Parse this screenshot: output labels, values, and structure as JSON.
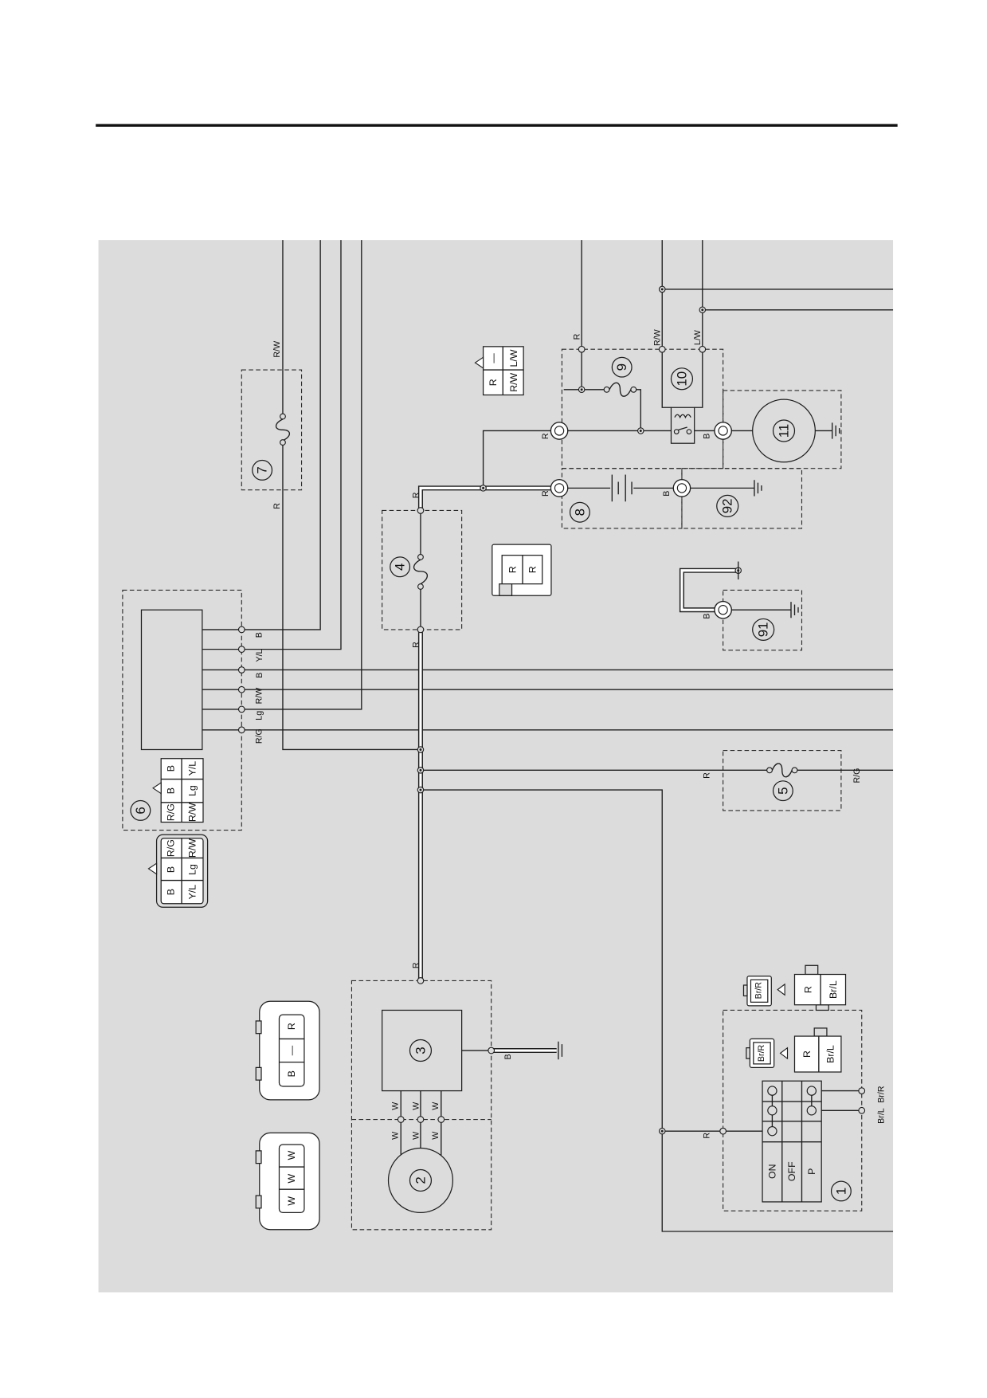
{
  "callouts": {
    "c1": "1",
    "c2": "2",
    "c3": "3",
    "c4": "4",
    "c5": "5",
    "c6": "6",
    "c7": "7",
    "c8": "8",
    "c9": "9",
    "c10": "10",
    "c11": "11",
    "c91": "91",
    "c92": "92"
  },
  "fuse7": {
    "in": "R/W",
    "out": "R"
  },
  "connector6": {
    "pins": [
      "B",
      "Y/L",
      "B",
      "R/W",
      "Lg",
      "R/G"
    ],
    "pinout": [
      [
        "B",
        "Y/L"
      ],
      [
        "B",
        "Lg"
      ],
      [
        "R/G",
        "R/W"
      ]
    ],
    "mate": [
      [
        "R/G",
        "R/W"
      ],
      [
        "B",
        "Lg"
      ],
      [
        "B",
        "Y/L"
      ]
    ]
  },
  "fuse4": {
    "in": "R",
    "out": "R"
  },
  "fuse5": {
    "in": "R",
    "out": "R/G"
  },
  "generator": {
    "out": "R",
    "ground": "B",
    "stator_wires": [
      "W",
      "W",
      "W",
      "W",
      "W",
      "W"
    ],
    "connector_a": [
      "R",
      "—",
      "B"
    ],
    "connector_b": [
      "W",
      "W",
      "W"
    ]
  },
  "relay": {
    "feed": "R",
    "rw": "R/W",
    "lw": "L/W",
    "connector": [
      [
        "R",
        "R/W"
      ],
      [
        "—",
        "L/W"
      ]
    ]
  },
  "terminals": {
    "relay_in": "R",
    "battery_pos": "R",
    "motor": "B",
    "battery_neg": "B",
    "ground91": "B"
  },
  "fuse_connector": [
    "R",
    "R"
  ],
  "main_switch": {
    "positions": [
      "ON",
      "OFF",
      "P"
    ],
    "in": "R",
    "out": [
      "Br/R",
      "Br/L"
    ],
    "connector_inner": {
      "male": [
        "R",
        "Br/L"
      ],
      "female": "Br/R"
    },
    "connector_outer": {
      "male": [
        "R",
        "Br/L"
      ],
      "female": "Br/R"
    }
  }
}
